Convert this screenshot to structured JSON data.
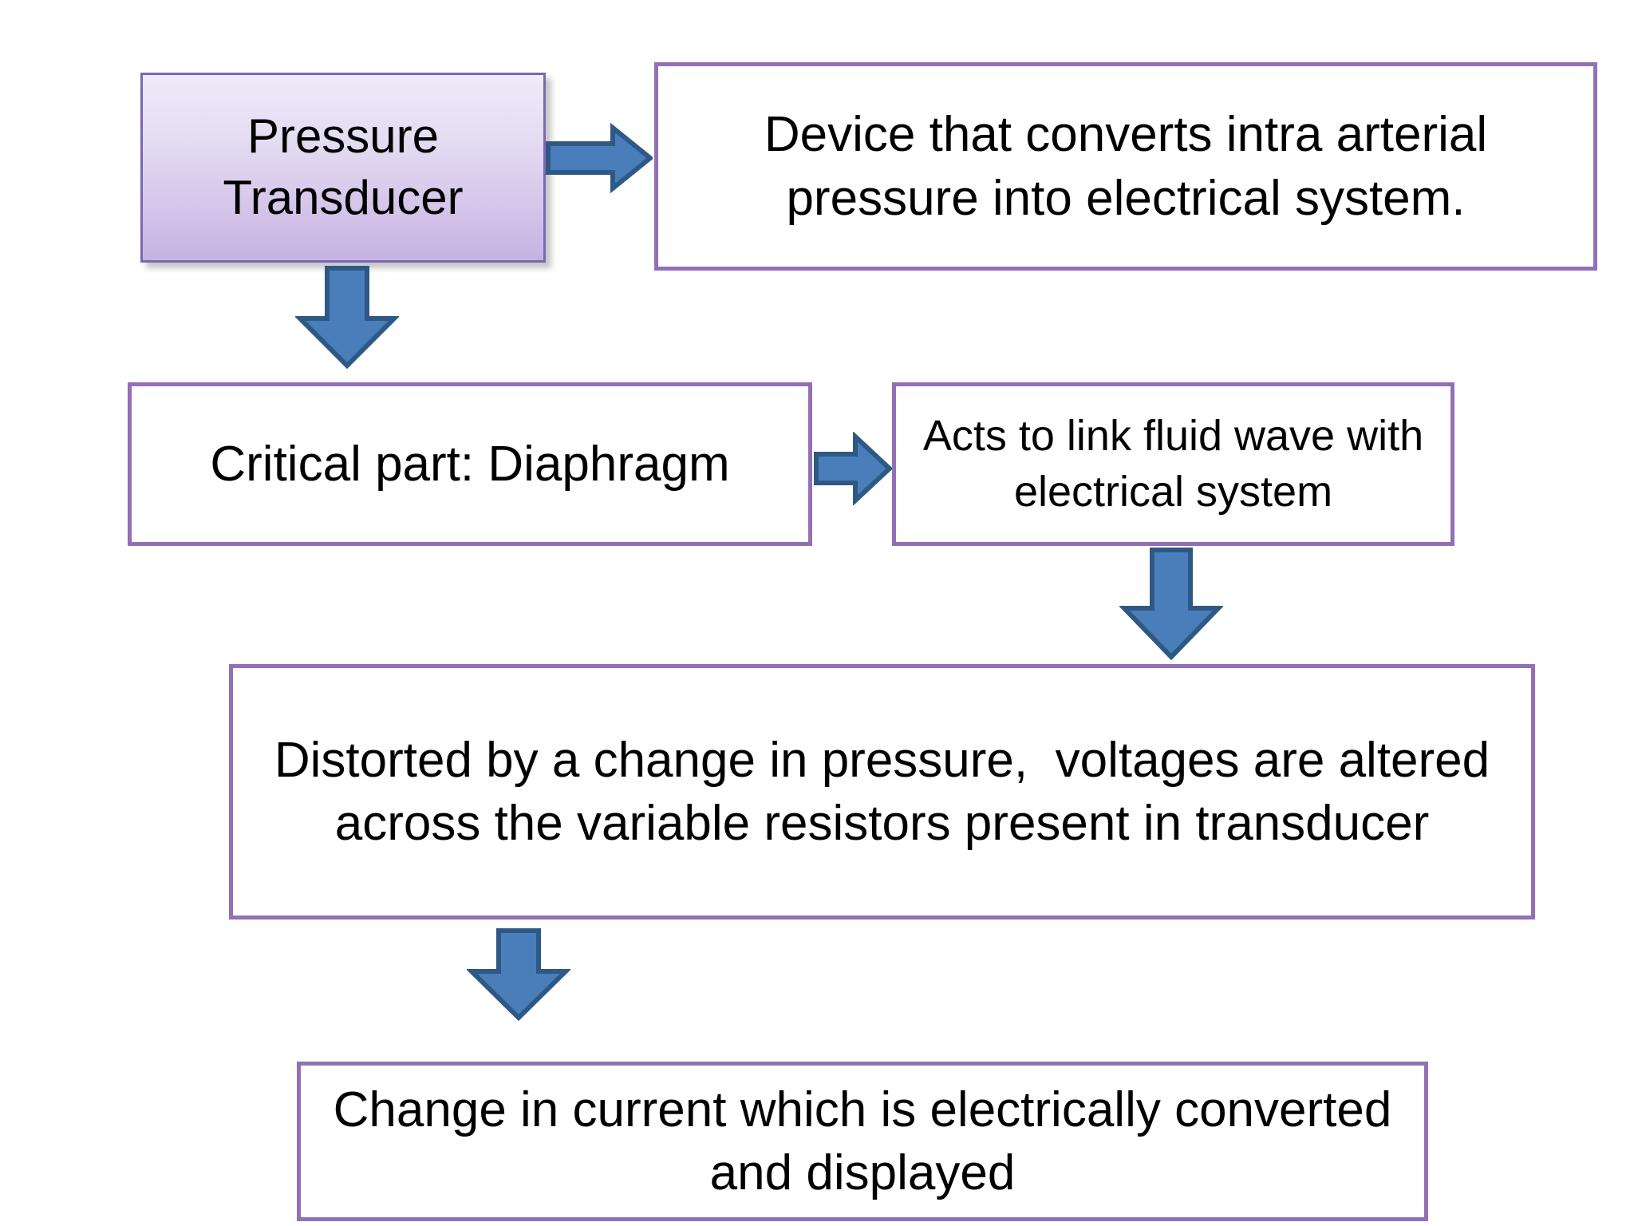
{
  "diagram": {
    "title": "Pressure Transducer flow chart",
    "background_color": "#FFFFFF",
    "palette": {
      "box_border_purple": "#9370B5",
      "gradient_box_border": "#7A68B0",
      "gradient_box_top": "#EFEBF8",
      "gradient_box_bottom": "#C6B2E2",
      "arrow_fill": "#4A7EBB",
      "arrow_stroke": "#2E5984",
      "text_color": "#000000"
    },
    "nodes": [
      {
        "id": "pressure-transducer",
        "label": "Pressure\nTransducer",
        "style": "gradient"
      },
      {
        "id": "device-definition",
        "label": "Device that converts intra arterial pressure into electrical system.",
        "style": "plain"
      },
      {
        "id": "critical-part",
        "label": "Critical part: Diaphragm",
        "style": "plain"
      },
      {
        "id": "acts-to-link",
        "label": "Acts to link fluid wave with electrical system",
        "style": "plain"
      },
      {
        "id": "distorted-by-change",
        "label": "Distorted by a change in pressure,  voltages are altered across the variable resistors present in transducer",
        "style": "plain"
      },
      {
        "id": "change-in-current",
        "label": "Change in current which is electrically converted and displayed",
        "style": "plain"
      }
    ],
    "connectors": [
      {
        "id": "arrow-transducer-to-definition",
        "direction": "right",
        "from": "pressure-transducer",
        "to": "device-definition"
      },
      {
        "id": "arrow-transducer-to-critical-part",
        "direction": "down",
        "from": "pressure-transducer",
        "to": "critical-part"
      },
      {
        "id": "arrow-critical-part-to-acts-to-link",
        "direction": "right",
        "from": "critical-part",
        "to": "acts-to-link"
      },
      {
        "id": "arrow-acts-to-link-to-distorted",
        "direction": "down",
        "from": "acts-to-link",
        "to": "distorted-by-change"
      },
      {
        "id": "arrow-distorted-to-change-in-current",
        "direction": "down",
        "from": "distorted-by-change",
        "to": "change-in-current"
      }
    ]
  }
}
